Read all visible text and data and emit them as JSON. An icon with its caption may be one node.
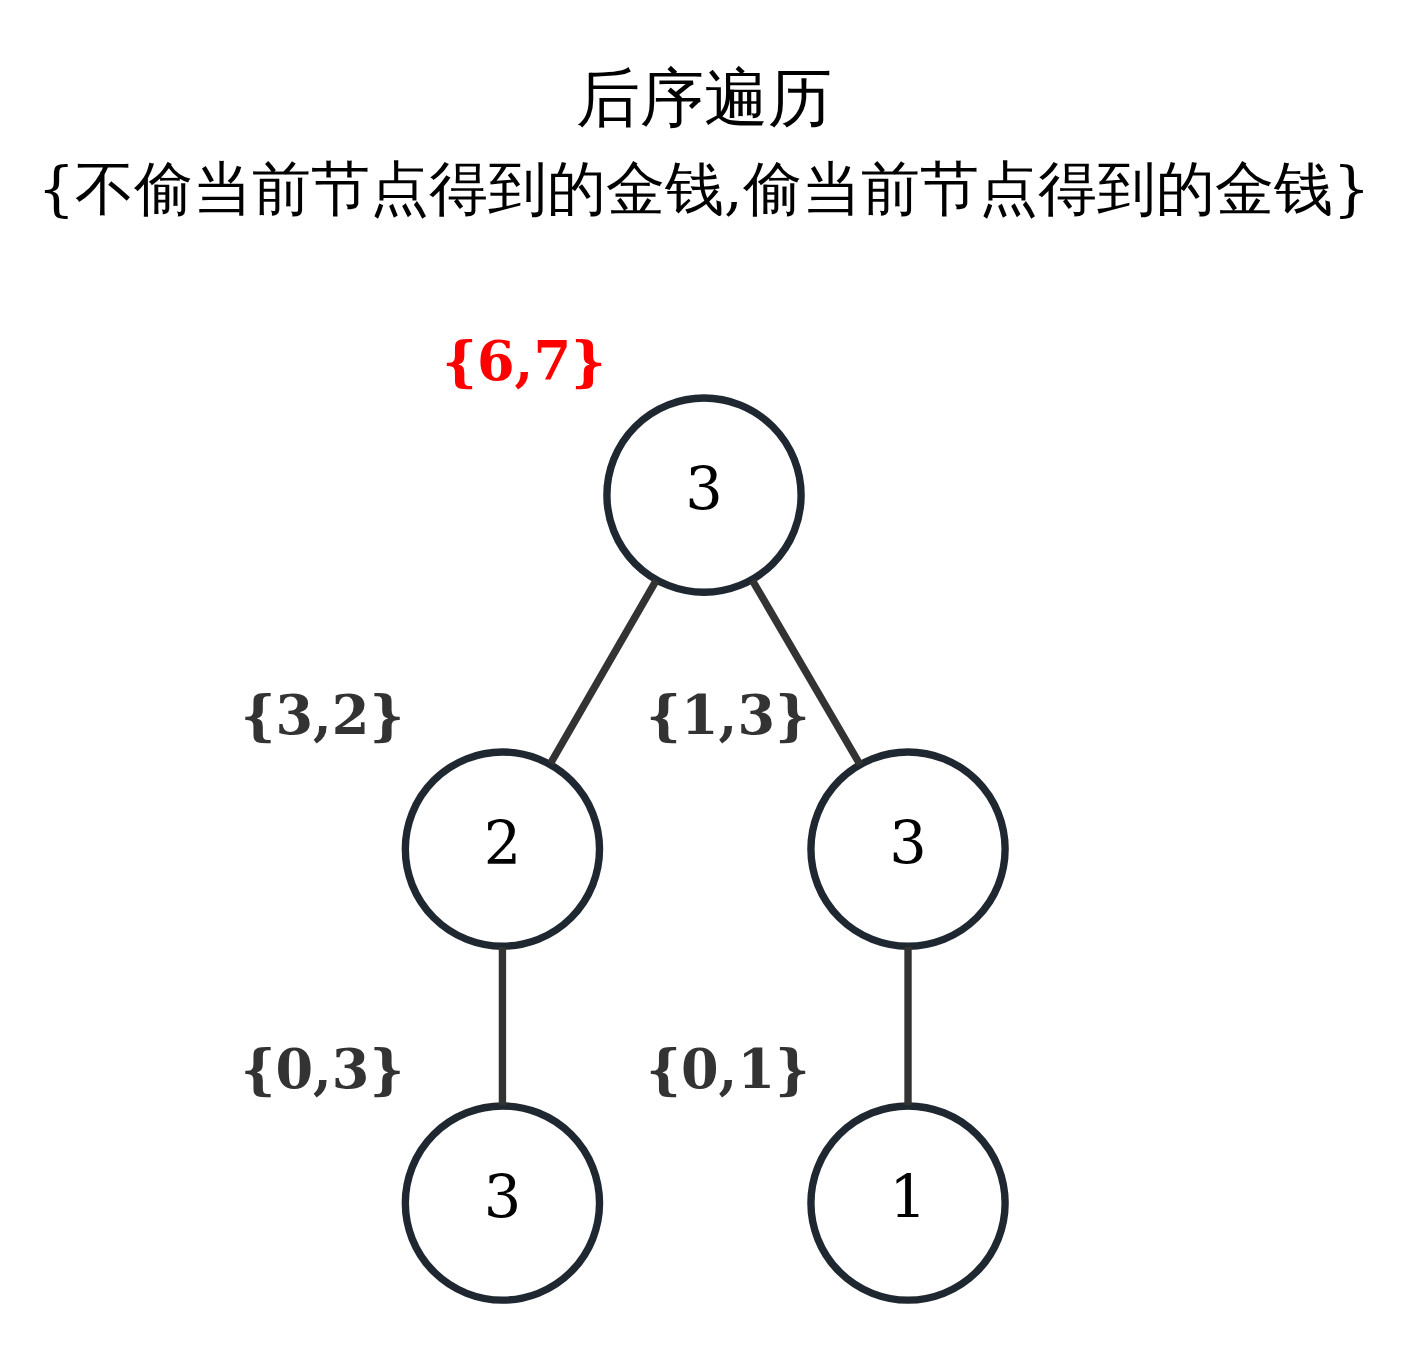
{
  "diagram": {
    "title": "后序遍历",
    "nodes": [
      {
        "text": [
          "3"
        ],
        "beside": [
          "{6,7}"
        ]
      },
      {
        "text": [
          "2"
        ],
        "beside": [
          "{3,2}"
        ]
      },
      {
        "text": [
          "3"
        ],
        "beside": [
          "{1,3}"
        ]
      },
      {
        "text": [
          "3"
        ],
        "beside": [
          "{0,3}"
        ]
      },
      {
        "text": [
          "1"
        ],
        "beside": [
          "{0,1}"
        ]
      }
    ],
    "edges": [
      {
        "from": 0,
        "to": 1,
        "arrow": "none"
      },
      {
        "from": 0,
        "to": 2,
        "arrow": "none"
      },
      {
        "from": 1,
        "to": 3,
        "arrow": "none"
      },
      {
        "from": 2,
        "to": 4,
        "arrow": "none"
      }
    ],
    "labels": [
      "{不偷当前节点得到的金钱,偷当前节点得到的金钱}"
    ]
  }
}
